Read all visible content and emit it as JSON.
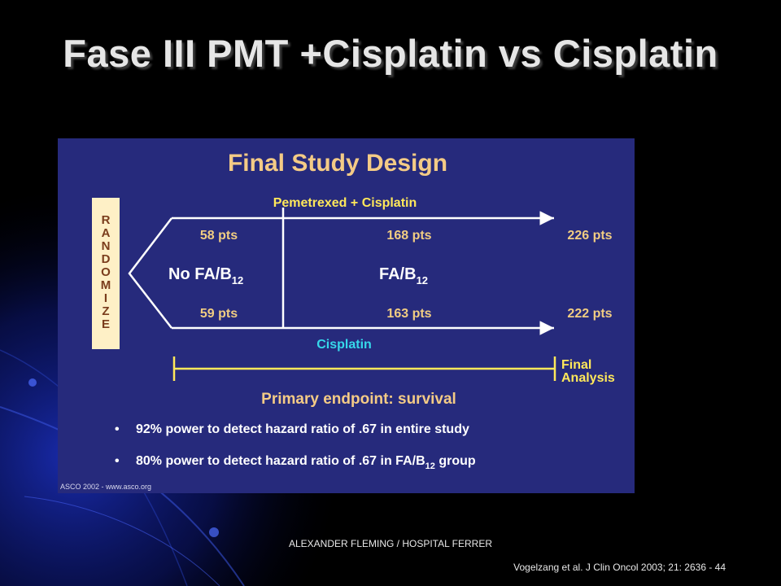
{
  "slide": {
    "title": "Fase III PMT +Cisplatin vs Cisplatin",
    "footer": "ALEXANDER FLEMING / HOSPITAL FERRER",
    "citation": "Vogelzang et al. J Clin Oncol 2003; 21: 2636 - 44"
  },
  "figure": {
    "title": "Final Study Design",
    "randomize_letters": [
      "R",
      "A",
      "N",
      "D",
      "O",
      "M",
      "I",
      "Z",
      "E"
    ],
    "arm_top": "Pemetrexed + Cisplatin",
    "arm_bottom": "Cisplatin",
    "no_fa_label": "No FA/B",
    "fa_label": "FA/B",
    "subscript": "12",
    "counts": {
      "top_no_fa": "58 pts",
      "top_fa": "168 pts",
      "top_total": "226 pts",
      "bottom_no_fa": "59 pts",
      "bottom_fa": "163 pts",
      "bottom_total": "222 pts"
    },
    "final_analysis_line1": "Final",
    "final_analysis_line2": "Analysis",
    "primary_endpoint": "Primary endpoint: survival",
    "bullet_symbol": "•",
    "bullet1": "92% power to detect hazard ratio of .67 in entire study",
    "bullet2_pre": "80% power to detect hazard ratio of .67 in FA/B",
    "bullet2_post": " group",
    "watermark": "ASCO 2002 - www.asco.org"
  },
  "colors": {
    "figure_bg": "#262a7c",
    "title_yellow": "#f4cb86",
    "accent_yellow": "#ffe85a",
    "count_yellow": "#f1cd82",
    "arm_bottom_cyan": "#36d8ea",
    "randomize_box": "#fef0c6",
    "randomize_text": "#7a3d1c"
  }
}
